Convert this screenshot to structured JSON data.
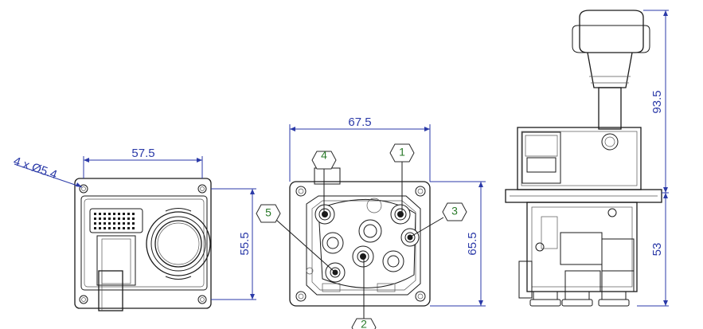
{
  "dimensions": {
    "left_width": "57.5",
    "left_height": "55.5",
    "hole_spec": "4 x Ø5.4",
    "center_width": "67.5",
    "center_height": "65.5",
    "right_upper_height": "93.5",
    "right_lower_height": "53"
  },
  "callouts": [
    "1",
    "2",
    "3",
    "4",
    "5"
  ],
  "colors": {
    "dimension": "#2b3aa8",
    "callout_text": "#2a7a2a",
    "outline": "#1a1a1a"
  }
}
